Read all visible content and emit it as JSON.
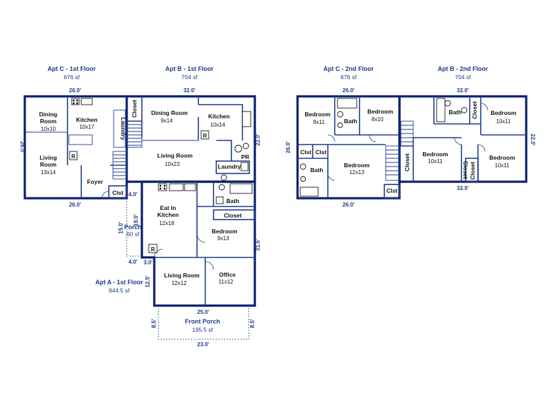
{
  "units": [
    {
      "key": "apt-c-1st-floor",
      "title": "Apt C - 1st Floor",
      "area": "676 sf"
    },
    {
      "key": "apt-b-1st-floor",
      "title": "Apt B - 1st Floor",
      "area": "704 sf"
    },
    {
      "key": "apt-c-2nd-floor",
      "title": "Apt C - 2nd Floor",
      "area": "676 sf"
    },
    {
      "key": "apt-b-2nd-floor",
      "title": "Apt B - 2nd Floor",
      "area": "704 sf"
    },
    {
      "key": "apt-a-1st-floor",
      "title": "Apt A - 1st Floor",
      "area": "844.5 sf"
    },
    {
      "key": "front-porch",
      "title": "Front Porch",
      "area": "195.5 sf"
    },
    {
      "key": "side-porch",
      "title": "Porch",
      "area": "60 sf"
    }
  ],
  "rooms": [
    {
      "key": "c1-dining-room",
      "name": "Dining\nRoom",
      "size": "10x10"
    },
    {
      "key": "c1-kitchen",
      "name": "Kitchen",
      "size": "10x17"
    },
    {
      "key": "c1-living-room",
      "name": "Living\nRoom",
      "size": "13x14"
    },
    {
      "key": "c1-foyer",
      "name": "Foyer",
      "size": ""
    },
    {
      "key": "c1-closet",
      "name": "Clst",
      "size": ""
    },
    {
      "key": "c1-laundry",
      "name": "Laundry",
      "size": ""
    },
    {
      "key": "b1-dining-room",
      "name": "Dining Room",
      "size": "9x14"
    },
    {
      "key": "b1-kitchen",
      "name": "Kitchen",
      "size": "10x14"
    },
    {
      "key": "b1-living-room",
      "name": "Living Room",
      "size": "10x23"
    },
    {
      "key": "b1-closet",
      "name": "Closet",
      "size": ""
    },
    {
      "key": "b1-powder-room",
      "name": "PR",
      "size": ""
    },
    {
      "key": "b1-laundry",
      "name": "Laundry",
      "size": ""
    },
    {
      "key": "a-eat-in-kitchen",
      "name": "Eat In\nKitchen",
      "size": "12x18"
    },
    {
      "key": "a-bath",
      "name": "Bath",
      "size": ""
    },
    {
      "key": "a-closet",
      "name": "Closet",
      "size": ""
    },
    {
      "key": "a-bedroom",
      "name": "Bedroom",
      "size": "9x13"
    },
    {
      "key": "a-living-room",
      "name": "Living Room",
      "size": "12x12"
    },
    {
      "key": "a-office",
      "name": "Office",
      "size": "11x12"
    },
    {
      "key": "c2-bedroom-1",
      "name": "Bedroom",
      "size": "8x11"
    },
    {
      "key": "c2-bath-1",
      "name": "Bath",
      "size": ""
    },
    {
      "key": "c2-bedroom-2",
      "name": "Bedroom",
      "size": "8x10"
    },
    {
      "key": "c2-closet-1",
      "name": "Clst",
      "size": ""
    },
    {
      "key": "c2-closet-2",
      "name": "Clst",
      "size": ""
    },
    {
      "key": "c2-bath-2",
      "name": "Bath",
      "size": ""
    },
    {
      "key": "c2-bedroom-3",
      "name": "Bedroom",
      "size": "12x13"
    },
    {
      "key": "c2-closet-3",
      "name": "Clst",
      "size": ""
    },
    {
      "key": "b2-bath",
      "name": "Bath",
      "size": ""
    },
    {
      "key": "b2-closet-1",
      "name": "Closet",
      "size": ""
    },
    {
      "key": "b2-bedroom-1",
      "name": "Bedroom",
      "size": "10x11"
    },
    {
      "key": "b2-closet-2",
      "name": "Closet",
      "size": ""
    },
    {
      "key": "b2-bedroom-2",
      "name": "Bedroom",
      "size": "10x11"
    },
    {
      "key": "b2-closet-3",
      "name": "Closet",
      "size": ""
    },
    {
      "key": "b2-closet-4",
      "name": "Closet",
      "size": ""
    },
    {
      "key": "b2-bedroom-3",
      "name": "Bedroom",
      "size": "10x11"
    }
  ],
  "dimensions": [
    {
      "key": "c1-top",
      "value": "26.0'"
    },
    {
      "key": "c1-left",
      "value": "26.0'"
    },
    {
      "key": "c1-bottom",
      "value": "26.0'"
    },
    {
      "key": "b1-top",
      "value": "32.0'"
    },
    {
      "key": "b1-right",
      "value": "22.0'"
    },
    {
      "key": "porch-top",
      "value": "4.0'"
    },
    {
      "key": "porch-left",
      "value": "15.0'"
    },
    {
      "key": "porch-inner",
      "value": "19.0'"
    },
    {
      "key": "porch-bottom",
      "value": "4.0'"
    },
    {
      "key": "a-step",
      "value": "3.0'"
    },
    {
      "key": "a-left",
      "value": "12.5'"
    },
    {
      "key": "a-right",
      "value": "31.5'"
    },
    {
      "key": "a-bottom",
      "value": "25.0'"
    },
    {
      "key": "fp-left",
      "value": "8.5'"
    },
    {
      "key": "fp-right",
      "value": "8.5'"
    },
    {
      "key": "fp-bottom",
      "value": "23.0'"
    },
    {
      "key": "c2-top",
      "value": "26.0'"
    },
    {
      "key": "c2-left",
      "value": "26.0'"
    },
    {
      "key": "c2-bottom",
      "value": "26.0'"
    },
    {
      "key": "b2-top",
      "value": "32.0'"
    },
    {
      "key": "b2-right",
      "value": "22.0'"
    },
    {
      "key": "b2-bottom",
      "value": "32.0'"
    }
  ],
  "fixtures": [
    {
      "key": "c1-refrigerator",
      "label": "R"
    },
    {
      "key": "b1-refrigerator",
      "label": "R"
    },
    {
      "key": "a-refrigerator",
      "label": "R"
    }
  ]
}
